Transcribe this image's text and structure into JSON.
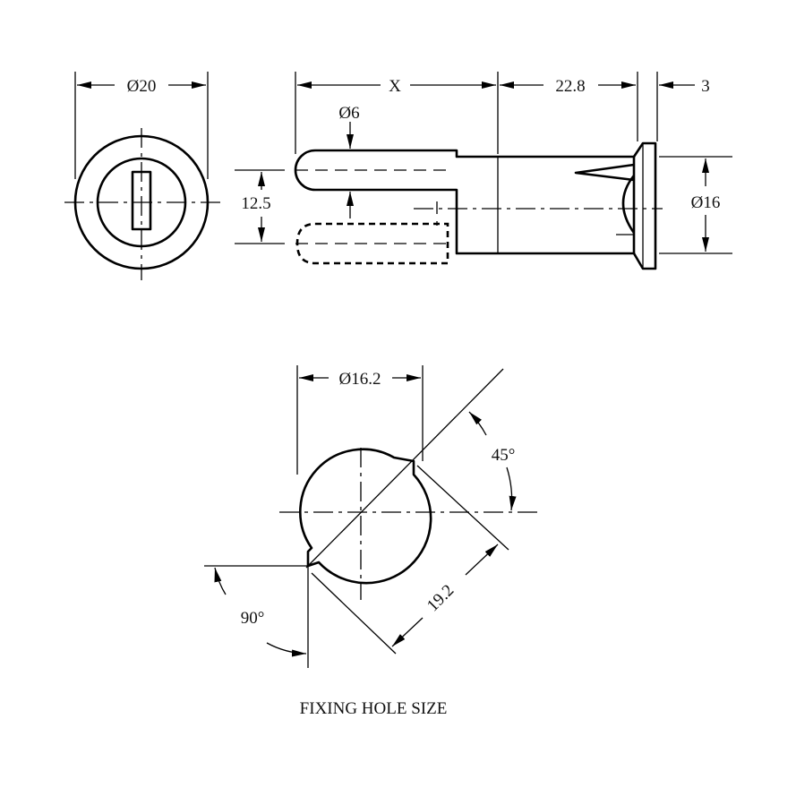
{
  "dimensions": {
    "front_diameter": "Ø20",
    "length_x": "X",
    "body_length": "22.8",
    "flange_thickness": "3",
    "pin_diameter": "Ø6",
    "cam_throw": "12.5",
    "flange_diameter": "Ø16",
    "hole_diameter": "Ø16.2",
    "angle_45": "45°",
    "angle_90": "90°",
    "across_flats": "19.2"
  },
  "caption": "FIXING HOLE SIZE"
}
